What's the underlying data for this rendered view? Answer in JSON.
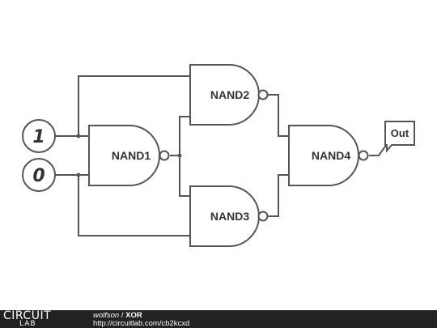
{
  "diagram": {
    "inputs": [
      {
        "id": "in-a",
        "value": "1"
      },
      {
        "id": "in-b",
        "value": "0"
      }
    ],
    "gates": [
      {
        "id": "nand1",
        "label": "NAND1"
      },
      {
        "id": "nand2",
        "label": "NAND2"
      },
      {
        "id": "nand3",
        "label": "NAND3"
      },
      {
        "id": "nand4",
        "label": "NAND4"
      }
    ],
    "output": {
      "label": "Out"
    }
  },
  "footer": {
    "logo_top": "CIRCUIT",
    "logo_bottom": "LAB",
    "author": "wolfson",
    "separator": " / ",
    "title": "XOR",
    "url": "http://circuitlab.com/cb2kcxd"
  },
  "colors": {
    "wire": "#555555",
    "footer_bg": "#222222"
  }
}
